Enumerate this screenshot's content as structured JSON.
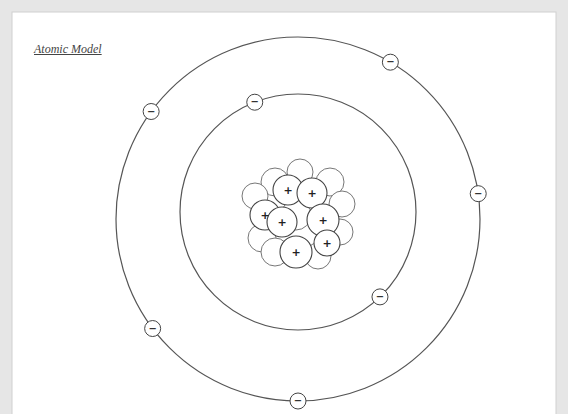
{
  "diagram": {
    "title": "Atomic Model",
    "labels": [
      "−",
      "−",
      "−",
      "−",
      "−",
      "−",
      "−",
      "+",
      "+",
      "+",
      "+",
      "+",
      "+",
      "+"
    ]
  }
}
